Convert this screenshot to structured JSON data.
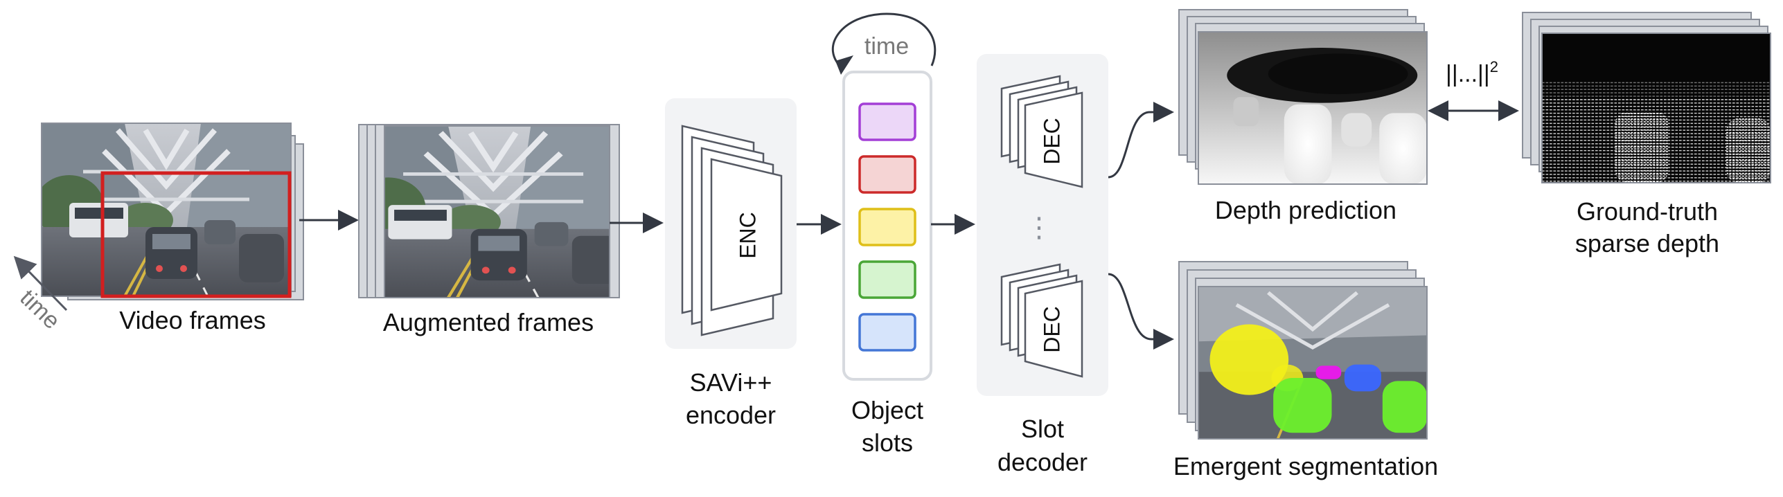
{
  "inputs": {
    "video_frames_label": "Video frames",
    "augmented_frames_label": "Augmented frames",
    "time_label": "time"
  },
  "encoder": {
    "label_line1": "SAVi++",
    "label_line2": "encoder",
    "block_text": "ENC"
  },
  "slots": {
    "label_line1": "Object",
    "label_line2": "slots",
    "time_label": "time",
    "colors": [
      {
        "fill": "#ecd7f8",
        "stroke": "#a33fd6"
      },
      {
        "fill": "#f5d4d4",
        "stroke": "#cc2a2a"
      },
      {
        "fill": "#fdf2a6",
        "stroke": "#dfbf19"
      },
      {
        "fill": "#d6f4cf",
        "stroke": "#4aa637"
      },
      {
        "fill": "#d6e4fb",
        "stroke": "#4476d6"
      }
    ]
  },
  "decoder": {
    "label_line1": "Slot",
    "label_line2": "decoder",
    "block_text": "DEC",
    "ellipsis": "⋮"
  },
  "outputs": {
    "depth_label": "Depth prediction",
    "segmentation_label": "Emergent segmentation",
    "gt_label_line1": "Ground-truth",
    "gt_label_line2": "sparse depth",
    "loss_text": "||...||",
    "loss_exponent": "2"
  },
  "colors": {
    "panel_bg": "#f2f3f5",
    "crop_box": "#d21f1f",
    "arrow": "#333842",
    "seg_yellow": "#f2ef1a",
    "seg_green": "#6cf02c",
    "seg_magenta": "#e51ce8",
    "seg_blue": "#3a66ff"
  }
}
